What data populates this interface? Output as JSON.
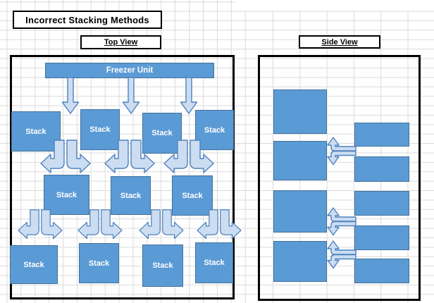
{
  "title": "Incorrect Stacking Methods",
  "top_view": {
    "label": "Top View",
    "freezer_label": "Freezer Unit",
    "rows": [
      {
        "stacks": [
          "Stack",
          "Stack",
          "Stack",
          "Stack"
        ]
      },
      {
        "stacks": [
          "Stack",
          "Stack",
          "Stack"
        ]
      },
      {
        "stacks": [
          "Stack",
          "Stack",
          "Stack",
          "Stack"
        ]
      }
    ]
  },
  "side_view": {
    "label": "Side View",
    "left_column_segments": 4,
    "right_column_segments": 5,
    "airflow_arrow_pairs": 3
  },
  "colors": {
    "stack_fill": "#5B9BD5",
    "stack_border": "#41719C",
    "arrow_fill": "#CCDDF2",
    "arrow_border": "#4F81BD",
    "gridline": "#DBDBDB"
  }
}
